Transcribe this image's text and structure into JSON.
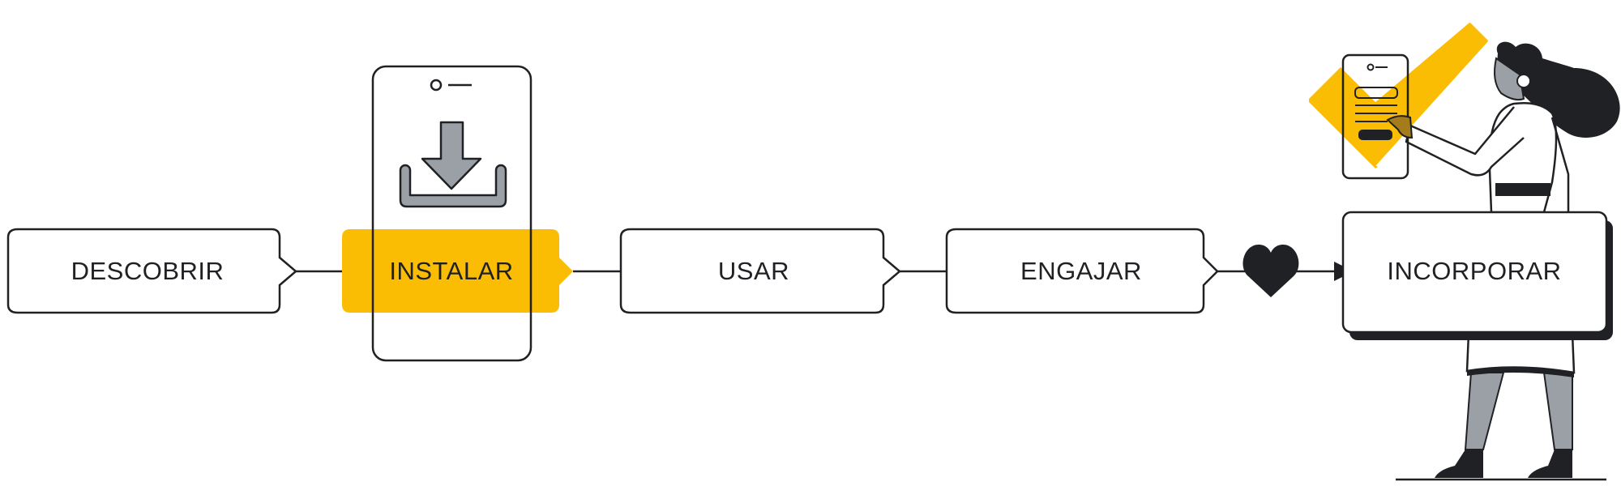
{
  "diagram": {
    "stages": [
      {
        "id": "descobrir",
        "label": "DESCOBRIR"
      },
      {
        "id": "instalar",
        "label": "INSTALAR",
        "highlighted": true
      },
      {
        "id": "usar",
        "label": "USAR"
      },
      {
        "id": "engajar",
        "label": "ENGAJAR"
      },
      {
        "id": "incorporar",
        "label": "INCORPORAR"
      }
    ],
    "colors": {
      "accent": "#FBBC04",
      "ink": "#202124",
      "gray": "#9AA0A6",
      "brown": "#A57C1B",
      "background": "#FFFFFF"
    },
    "icons": [
      "download-icon",
      "heart-icon",
      "phone-form-icon",
      "checkmark-icon",
      "person-illustration"
    ]
  }
}
